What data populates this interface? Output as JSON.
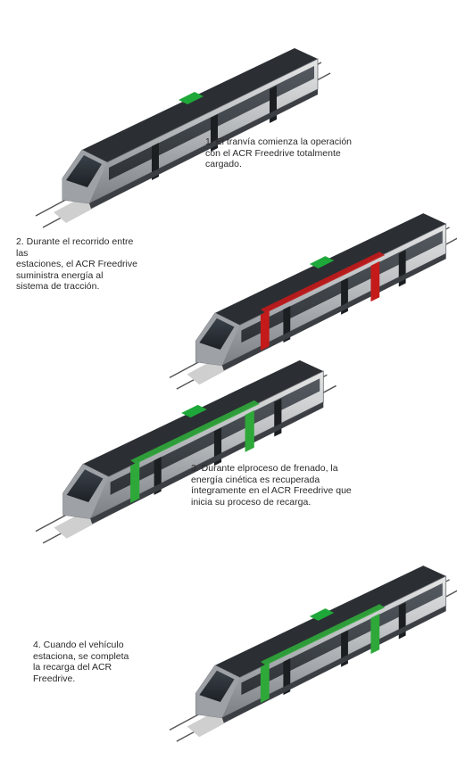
{
  "steps": [
    {
      "text": "1. El tranvía comienza la operación\ncon el ACR Freedrive totalmente\ncargado.",
      "state": "charged",
      "band_color": "",
      "module_color": "#1fa83a"
    },
    {
      "text": "2. Durante el recorrido entre\nlas\nestaciones, el ACR Freedrive\nsuministra energía al\nsistema de tracción.",
      "state": "discharging",
      "band_color": "#c41a1a",
      "module_color": "#1fa83a"
    },
    {
      "text": "3. Durante elproceso de frenado, la\nenergía cinética es recuperada\níntegramente en el ACR Freedrive que\ninicia su proceso de recarga.",
      "state": "recharging",
      "band_color": "#2fa83a",
      "module_color": "#1fa83a"
    },
    {
      "text": "4. Cuando el vehículo\nestaciona, se completa\nla recarga del ACR\nFreedrive.",
      "state": "recharged",
      "band_color": "#2fa83a",
      "module_color": "#1fa83a"
    }
  ]
}
